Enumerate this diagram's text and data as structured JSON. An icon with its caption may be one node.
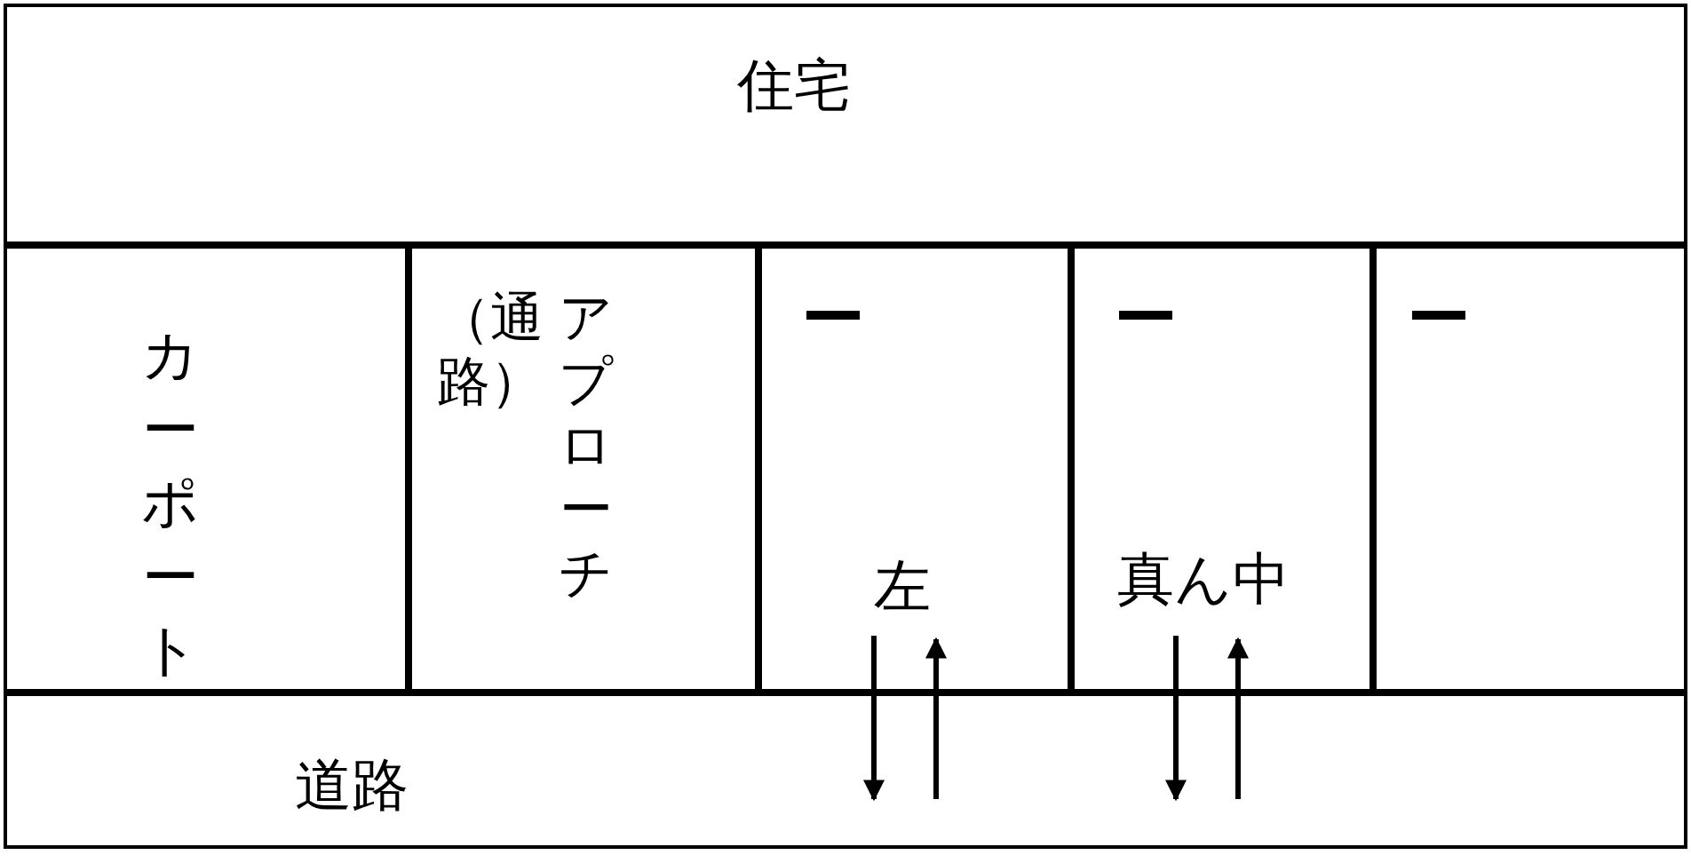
{
  "diagram": {
    "nodes": [
      {
        "text": [
          "住宅"
        ]
      },
      {
        "text": [
          "カーポート"
        ]
      },
      {
        "text": [
          "アプローチ（通路）"
        ]
      },
      {
        "text": [
          "左"
        ]
      },
      {
        "text": [
          "真ん中"
        ]
      },
      {
        "text": [],
        "shape": "box"
      },
      {
        "text": [
          "道路"
        ]
      }
    ],
    "edges": [
      {
        "from": 3,
        "to": 6,
        "arrow": "to"
      },
      {
        "from": 6,
        "to": 3,
        "arrow": "to"
      },
      {
        "from": 4,
        "to": 6,
        "arrow": "to"
      },
      {
        "from": 6,
        "to": 4,
        "arrow": "to"
      }
    ]
  }
}
